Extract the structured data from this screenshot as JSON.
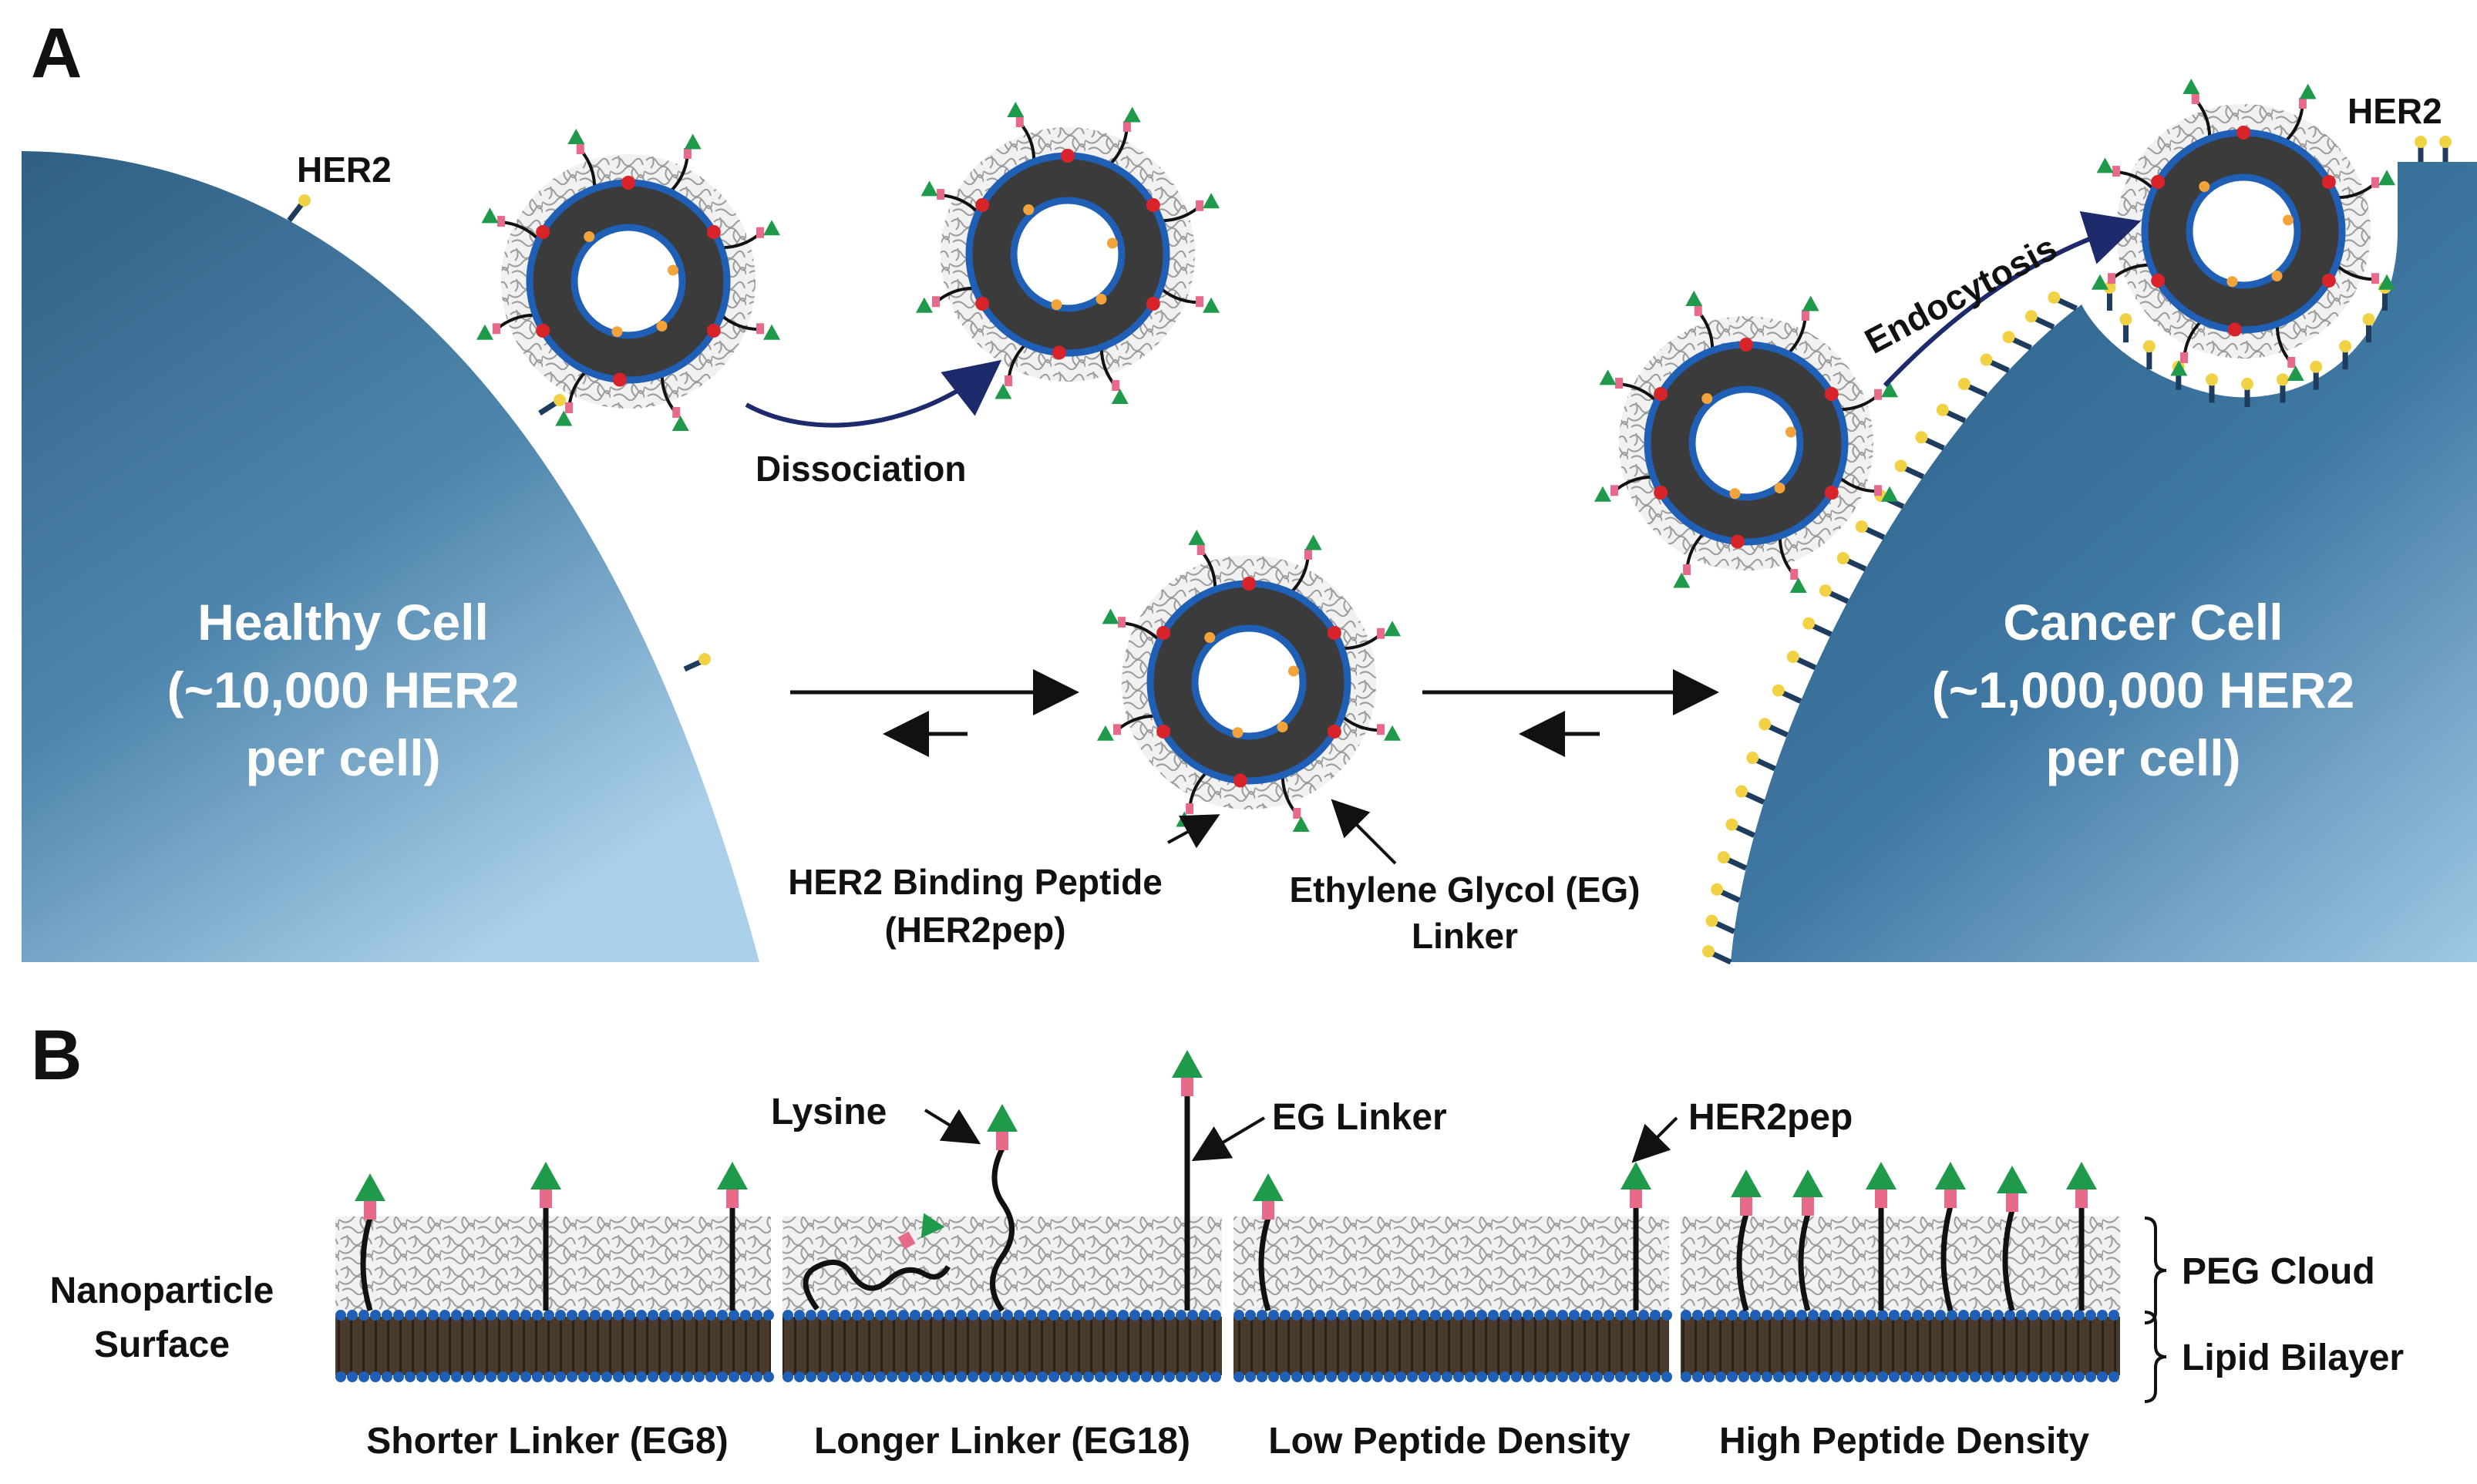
{
  "panel_a": {
    "letter": "A",
    "healthy_cell": {
      "title": "Healthy Cell",
      "line2": "(~10,000 HER2",
      "line3": "per cell)"
    },
    "cancer_cell": {
      "title": "Cancer Cell",
      "line2": "(~1,000,000 HER2",
      "line3": "per cell)"
    },
    "her2_label_left": "HER2",
    "her2_label_right": "HER2",
    "dissociation": "Dissociation",
    "endocytosis": "Endocytosis",
    "peptide_line1": "HER2 Binding Peptide",
    "peptide_line2": "(HER2pep)",
    "linker_line1": "Ethylene Glycol (EG)",
    "linker_line2": "Linker"
  },
  "panel_b": {
    "letter": "B",
    "surface_line1": "Nanoparticle",
    "surface_line2": "Surface",
    "lysine": "Lysine",
    "eg_linker": "EG Linker",
    "her2pep": "HER2pep",
    "peg_cloud": "PEG Cloud",
    "lipid_bilayer": "Lipid Bilayer",
    "captions": [
      "Shorter Linker (EG8)",
      "Longer Linker (EG18)",
      "Low Peptide Density",
      "High Peptide Density"
    ]
  },
  "colors": {
    "cell_dark": "#2f6389",
    "cell_light": "#a8cde8",
    "np_core": "#3b3b3b",
    "np_ring": "#1f5fb5",
    "peptide": "#1f9a4a",
    "lysine": "#e86a8a",
    "receptor": "#f2d245"
  }
}
